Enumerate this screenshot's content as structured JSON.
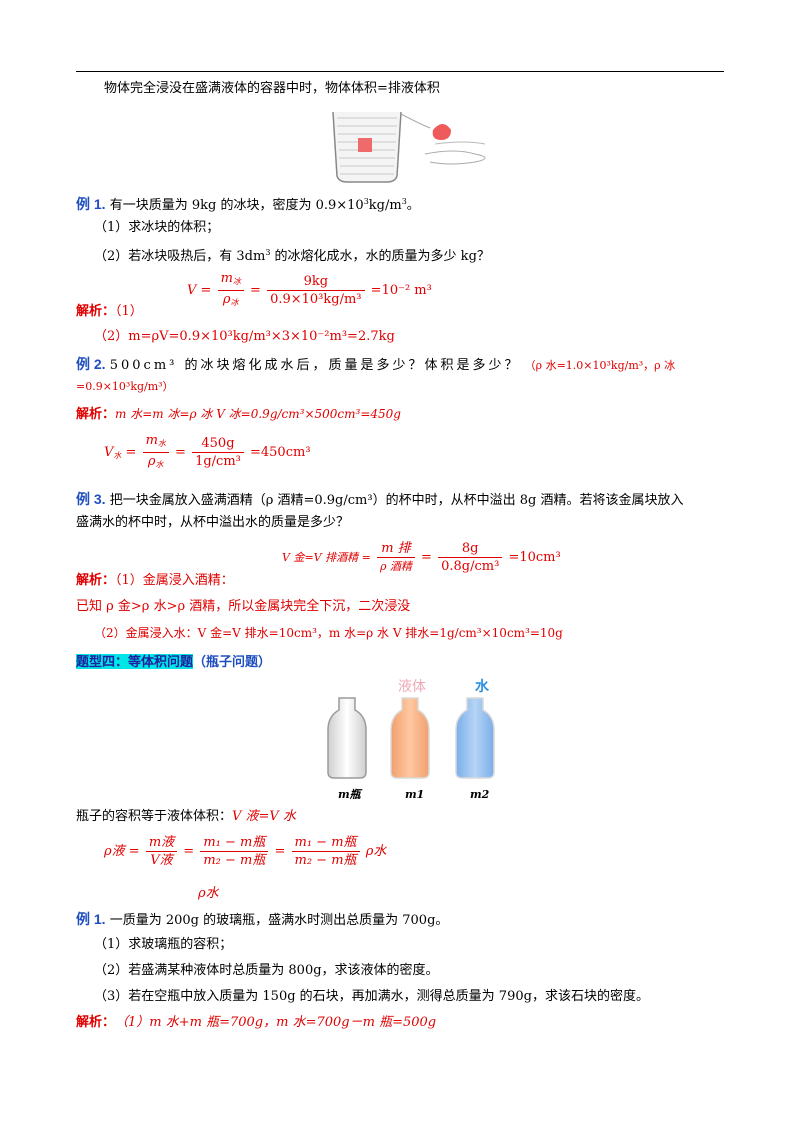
{
  "intro": "物体完全浸没在盛满液体的容器中时，物体体积=排液体积",
  "ex1a": {
    "label": "例 1.",
    "text_a": "有一块质量为 9kg 的冰块，密度为 0.9×10",
    "sup": "3",
    "text_b": "kg/m",
    "sup2": "3",
    "text_c": "。",
    "q1": "（1）求冰块的体积；",
    "q2a": "（2）若冰块吸热后，有 3dm",
    "q2sup": "3",
    "q2b": " 的冰熔化成水，水的质量为多少 kg？",
    "f_v": "V =",
    "f_num": "m",
    "f_num_sub": "冰",
    "f_den": "ρ",
    "f_den_sub": "冰",
    "f_eq": "=",
    "f_num2": "9kg",
    "f_den2": "0.9×10³kg/m³",
    "f_res": "=10⁻² m³",
    "ans_label": "解析：",
    "ans_1": "（1）",
    "ans_2": "（2）m=ρV=0.9×10³kg/m³×3×10⁻²m³=2.7kg"
  },
  "ex2": {
    "label": "例 2.",
    "text": "500cm³ 的冰块熔化成水后，质量是多少？体积是多少？",
    "given1": "（ρ 水=1.0×10³kg/m³，ρ 冰",
    "given2": "=0.9×10³kg/m³）",
    "ans_label": "解析：",
    "ans_1": "m 水=m 冰=ρ 冰 V 冰=0.9g/cm³×500cm³=450g",
    "f_v": "V",
    "f_v_sub": "水",
    "f_num": "m",
    "f_num_sub": "水",
    "f_den": "ρ",
    "f_den_sub": "水",
    "f_num2": "450g",
    "f_den2": "1g/cm³",
    "f_res": "=450cm³"
  },
  "ex3": {
    "label": "例 3.",
    "text1": "把一块金属放入盛满酒精（ρ 酒精=0.9g/cm³）的杯中时，从杯中溢出 8g 酒精。若将该金属块放入",
    "text2": "盛满水的杯中时，从杯中溢出水的质量是多少？",
    "f_lhs": "V 金=V 排酒精 =",
    "f_num": "m 排",
    "f_den": "ρ 酒精",
    "f_num2": "8g",
    "f_den2": "0.8g/cm³",
    "f_res": "=10cm³",
    "ans_label": "解析：",
    "ans_1": "（1）金属浸入酒精：",
    "ans_2": "已知 ρ 金>ρ 水>ρ 酒精，所以金属块完全下沉，二次浸没",
    "ans_3": "（2）金属浸入水：V 金=V 排水=10cm³，m 水=ρ 水 V 排水=1g/cm³×10cm³=10g"
  },
  "type4": {
    "heading": "题型四：等体积问题",
    "heading_paren": "（瓶子问题）",
    "bottle_liquid": "液体",
    "bottle_water": "水",
    "m_bottle": "m瓶",
    "m1": "m1",
    "m2": "m2",
    "volume_text": "瓶子的容积等于液体体积：",
    "volume_eq": "V 液=V 水",
    "f_rho": "ρ液 =",
    "f_frac1_num": "m液",
    "f_frac1_den": "V液",
    "f_frac2_num": "m₁ − m瓶",
    "f_frac2_den": "m₂ − m瓶",
    "f_frac3_num": "m₁ − m瓶",
    "f_frac3_den": "m₂ − m瓶",
    "f_tail": "ρ水",
    "f_rho_water": "ρ水"
  },
  "ex4": {
    "label": "例 1.",
    "text": "一质量为 200g 的玻璃瓶，盛满水时测出总质量为 700g。",
    "q1": "（1）求玻璃瓶的容积；",
    "q2": "（2）若盛满某种液体时总质量为 800g，求该液体的密度。",
    "q3": "（3）若在空瓶中放入质量为 150g 的石块，再加满水，测得总质量为 790g，求该石块的密度。",
    "ans_label": "解析：",
    "ans_1": "（1）m 水+m 瓶=700g，m 水=700g－m 瓶=500g"
  },
  "colors": {
    "answer_red": "#e00000",
    "example_blue": "#1f4fbf",
    "highlight_cyan": "#00e5e5"
  }
}
